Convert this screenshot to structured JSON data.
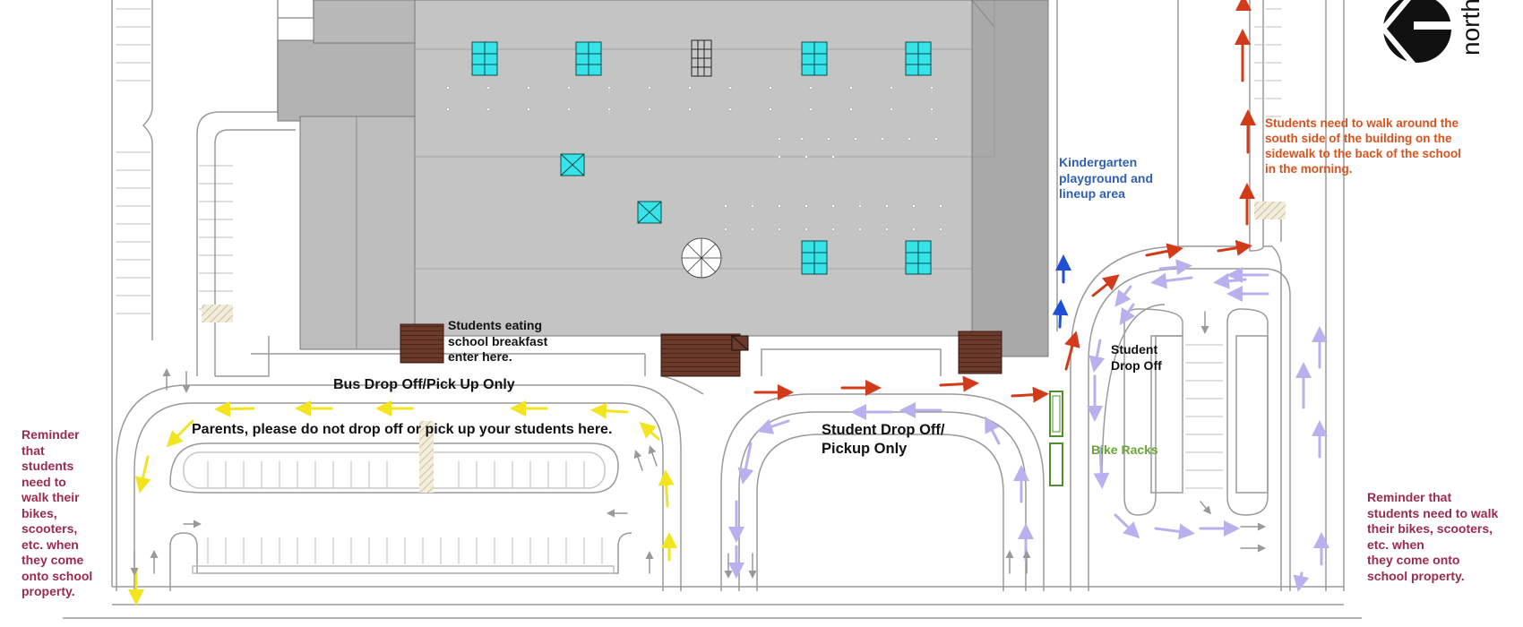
{
  "labels": {
    "north": "north",
    "orange_note": [
      "Students need to walk around the",
      "south side of the building on the",
      "sidewalk to the back of the school",
      "in the morning."
    ],
    "kindergarten": [
      "Kindergarten",
      "playground and",
      "lineup area"
    ],
    "breakfast": [
      "Students eating",
      "school breakfast",
      "enter here."
    ],
    "bus": "Bus Drop Off/Pick Up  Only",
    "parents": "Parents, please do not drop off or pick up your students here.",
    "student_drop_off": [
      "Student",
      "Drop Off"
    ],
    "student_drop_pickup": [
      "Student Drop Off/",
      "Pickup Only"
    ],
    "bike_racks": "Bike Racks",
    "reminder_left": [
      "Reminder",
      "that",
      "students",
      "need to",
      "walk their",
      "bikes,",
      "scooters,",
      "etc. when",
      "they come",
      "onto school",
      "property."
    ],
    "reminder_right": [
      "Reminder that",
      "students need to walk",
      "their bikes, scooters,",
      "etc. when",
      "they come onto",
      "school property."
    ]
  },
  "colors": {
    "roof": "#c4c4c4",
    "skylight": "#35e3e8",
    "entry": "#6b3a2a",
    "arrow_red": "#d23a1a",
    "arrow_yellow": "#f2e41f",
    "arrow_lavender": "#b9b0ee",
    "arrow_blue": "#1f4fd6",
    "bike_rack": "#4f8f2a"
  },
  "icons": [
    "north-arrow-icon",
    "arrow-icon",
    "skylight-icon",
    "spiral-stair-icon",
    "bike-rack-icon"
  ]
}
